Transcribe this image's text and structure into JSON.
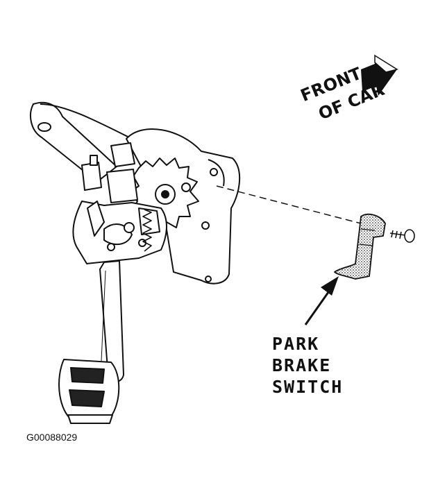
{
  "direction_label": {
    "line1": "FRONT",
    "line2": "OF CAR"
  },
  "callout": {
    "line1": "PARK",
    "line2": "BRAKE",
    "line3": "SWITCH"
  },
  "figure_id": "G00088029",
  "colors": {
    "ink": "#111111",
    "paper": "#ffffff",
    "stipple": "#9a9a9a"
  }
}
